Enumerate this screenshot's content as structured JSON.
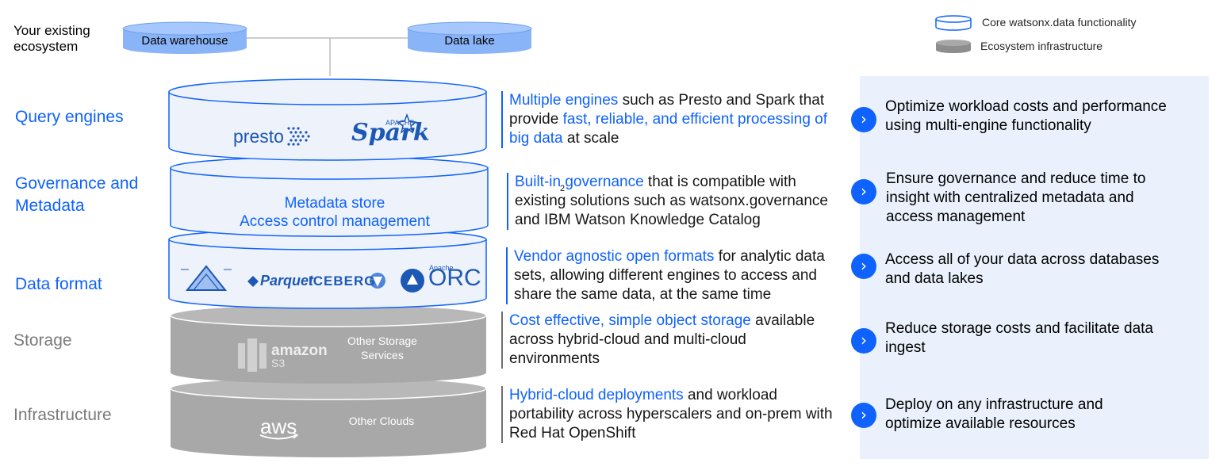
{
  "ecosystem": {
    "label": "Your existing ecosystem",
    "data_warehouse": "Data warehouse",
    "data_lake": "Data lake"
  },
  "legend": {
    "core": "Core watsonx.data  functionality",
    "ecosystem": "Ecosystem infrastructure"
  },
  "layers": [
    {
      "label": "Query engines",
      "color": "#0f62fe"
    },
    {
      "label": "Governance and Metadata",
      "color": "#0f62fe"
    },
    {
      "label": "Data format",
      "color": "#0f62fe"
    },
    {
      "label": "Storage",
      "color": "#7a7a7a"
    },
    {
      "label": "Infrastructure",
      "color": "#7a7a7a"
    }
  ],
  "stack": {
    "query": {
      "presto": "presto",
      "spark_small": "APACHE",
      "spark": "Spark"
    },
    "governance": {
      "line1": "Metadata store",
      "line2": "Access control management"
    },
    "formats": {
      "parquet": "Parquet",
      "iceberg": "ICEBERG",
      "orc_small": "Apache",
      "orc": "ORC"
    },
    "storage": {
      "amazon": "amazon",
      "s3": "S3",
      "other": "Other Storage Services"
    },
    "infra": {
      "aws": "aws",
      "other": "Other Clouds"
    },
    "stray_mark": "2"
  },
  "descriptions": [
    {
      "hl1": "Multiple engines",
      "t1": " such as Presto and Spark that provide ",
      "hl2": "fast, reliable, and efficient processing of big data",
      "t2": " at scale"
    },
    {
      "hl1": "Built-in governance",
      "t1": " that is compatible with existing solutions such as watsonx.governance and IBM Watson Knowledge Catalog",
      "hl2": "",
      "t2": ""
    },
    {
      "hl1": "Vendor agnostic open formats",
      "t1": " for analytic data sets, allowing different engines to access and share the same data, at the same time",
      "hl2": "",
      "t2": ""
    },
    {
      "hl1": "Cost effective, simple object storage",
      "t1": " available across hybrid-cloud and multi-cloud environments",
      "hl2": "",
      "t2": ""
    },
    {
      "hl1": "Hybrid-cloud deployments",
      "t1": " and workload portability across hyperscalers and on-prem with Red Hat OpenShift",
      "hl2": "",
      "t2": ""
    }
  ],
  "benefits": [
    "Optimize workload costs and performance using multi-engine functionality",
    "Ensure governance and reduce time to insight with centralized metadata and access management",
    "Access all of your data across databases and data lakes",
    "Reduce storage costs and facilitate data ingest",
    "Deploy on any infrastructure and optimize available resources"
  ],
  "arrow_glyph": "›",
  "colors": {
    "accent": "#0f62fe",
    "core_fill": "#eef3fb",
    "eco_fill": "#a8a8a8",
    "panel": "#eaf1fc"
  }
}
